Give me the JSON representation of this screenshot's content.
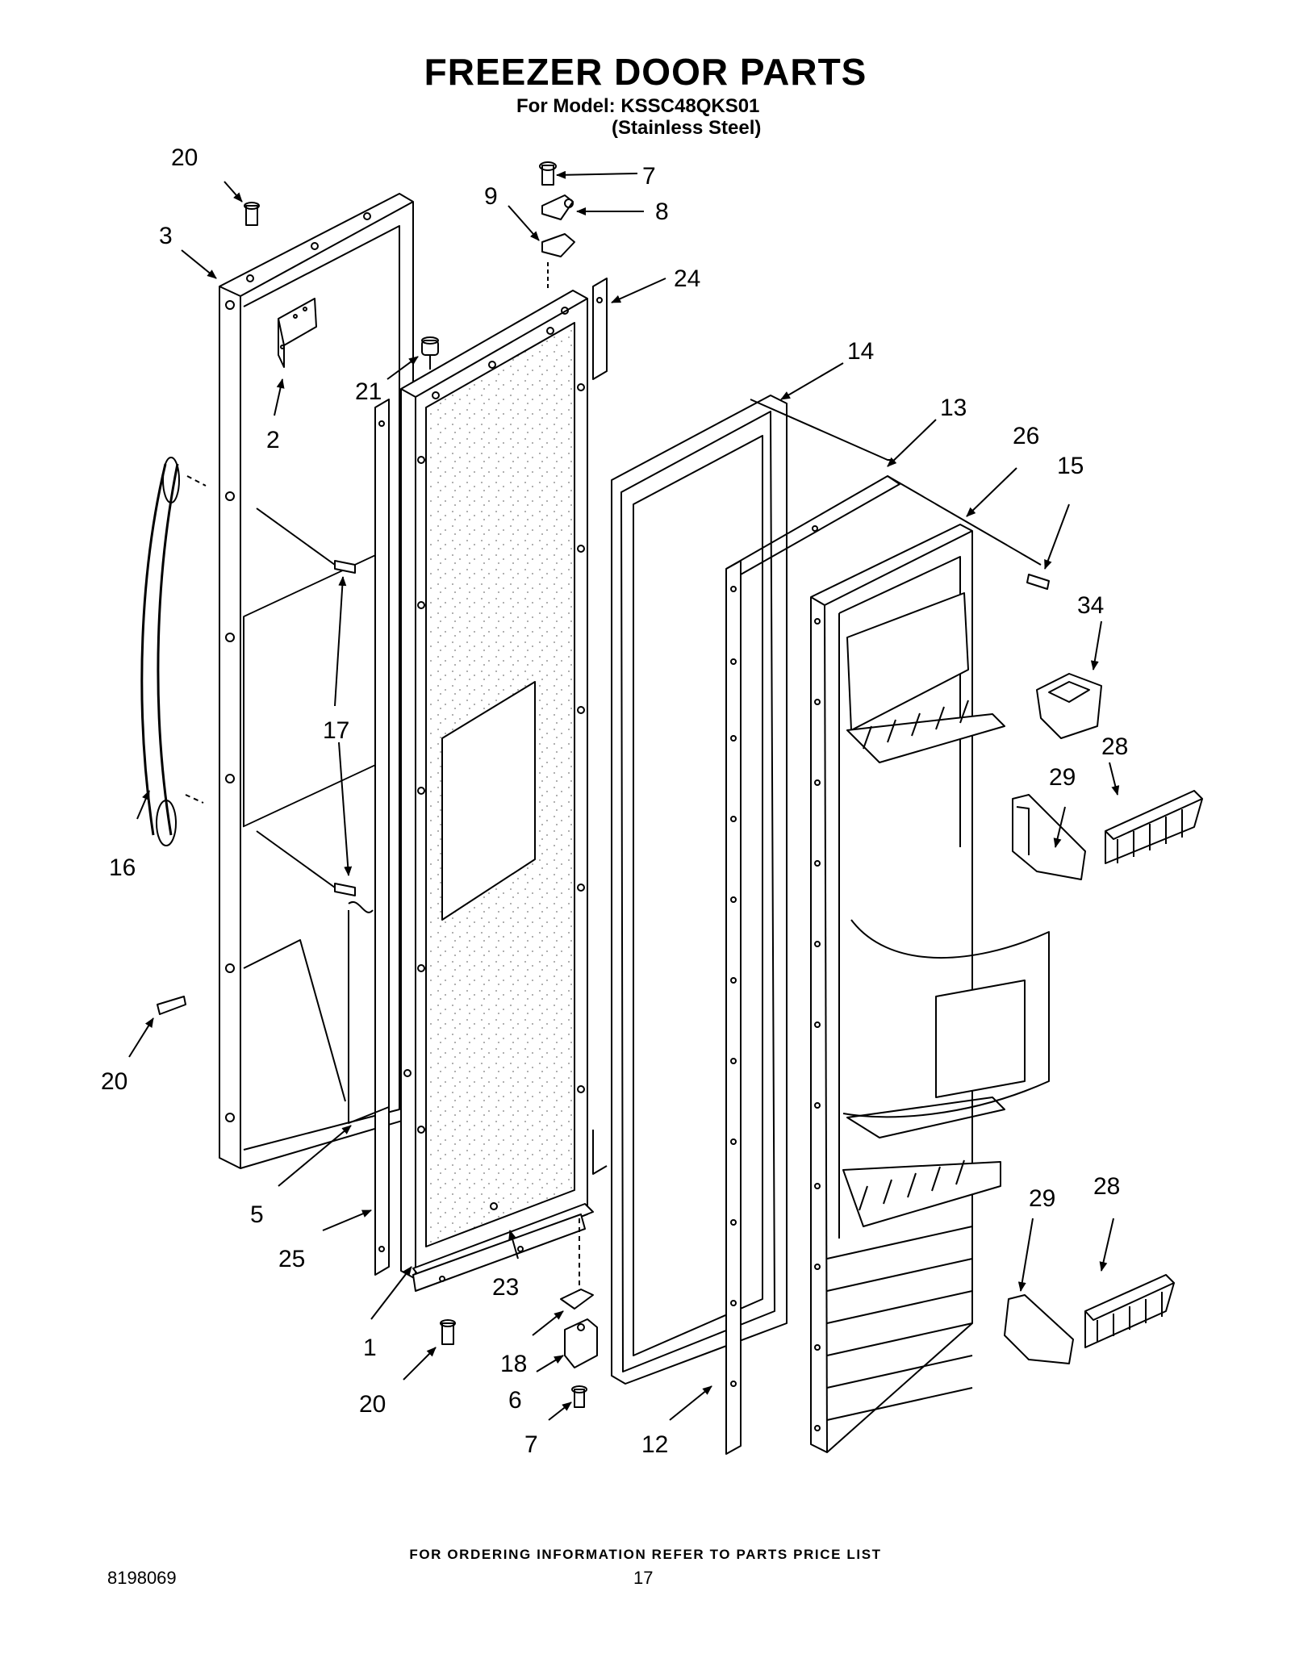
{
  "header": {
    "title": "FREEZER DOOR PARTS",
    "model": "For Model: KSSC48QKS01",
    "variant": "(Stainless Steel)"
  },
  "callouts": [
    "20",
    "3",
    "2",
    "16",
    "17",
    "20",
    "5",
    "25",
    "1",
    "20",
    "21",
    "9",
    "7",
    "8",
    "24",
    "18",
    "6",
    "7",
    "23",
    "14",
    "12",
    "13",
    "26",
    "15",
    "34",
    "28",
    "29",
    "29",
    "28"
  ],
  "footer": {
    "note": "FOR ORDERING INFORMATION REFER TO PARTS PRICE LIST",
    "doc_number": "8198069",
    "page_number": "17"
  }
}
